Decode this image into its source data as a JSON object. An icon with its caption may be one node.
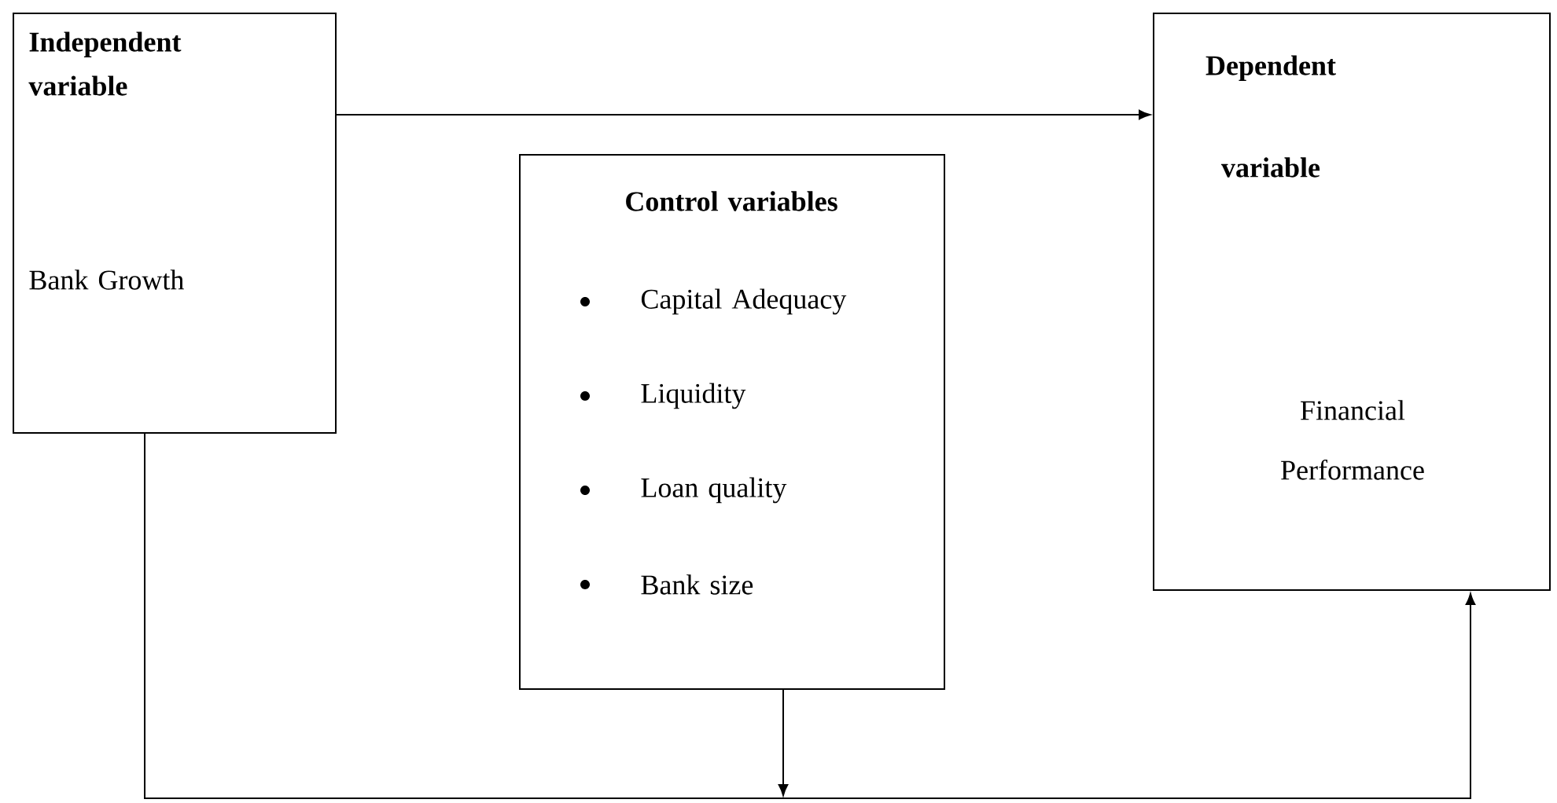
{
  "diagram": {
    "nodes": [
      {
        "text": [
          "Independent variable",
          "Bank Growth"
        ]
      },
      {
        "text": [
          "Control variables",
          "Capital Adequacy",
          "Liquidity",
          "Loan quality",
          "Bank size"
        ]
      },
      {
        "text": [
          "Dependent variable",
          "Financial Performance"
        ]
      }
    ],
    "edges": [
      {
        "from": 0,
        "to": 2,
        "arrow": "to"
      },
      {
        "from": 0,
        "to": 2,
        "arrow": "to"
      },
      {
        "from": 1,
        "to": null,
        "arrow": "to"
      }
    ]
  }
}
